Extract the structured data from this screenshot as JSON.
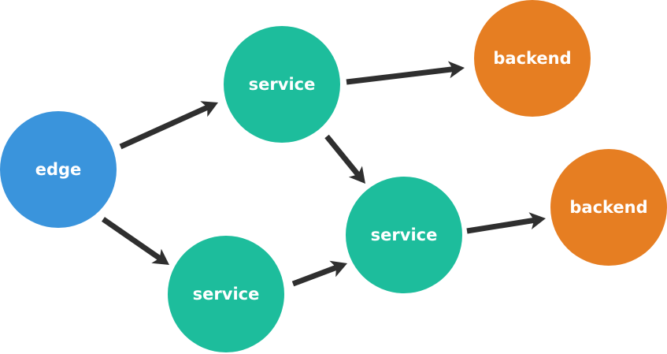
{
  "diagram": {
    "colors": {
      "edge": "#3a94dc",
      "service": "#1dbd9c",
      "backend": "#e67e22",
      "arrow": "#2f2f2f"
    },
    "nodes": [
      {
        "id": "edge",
        "label": "edge",
        "kind": "edge"
      },
      {
        "id": "service_top",
        "label": "service",
        "kind": "service"
      },
      {
        "id": "service_mid",
        "label": "service",
        "kind": "service"
      },
      {
        "id": "service_bottom",
        "label": "service",
        "kind": "service"
      },
      {
        "id": "backend_top",
        "label": "backend",
        "kind": "backend"
      },
      {
        "id": "backend_bottom",
        "label": "backend",
        "kind": "backend"
      }
    ],
    "edges": [
      {
        "from": "edge",
        "to": "service_top"
      },
      {
        "from": "edge",
        "to": "service_bottom"
      },
      {
        "from": "service_top",
        "to": "backend_top"
      },
      {
        "from": "service_top",
        "to": "service_mid"
      },
      {
        "from": "service_bottom",
        "to": "service_mid"
      },
      {
        "from": "service_mid",
        "to": "backend_bottom"
      }
    ]
  }
}
